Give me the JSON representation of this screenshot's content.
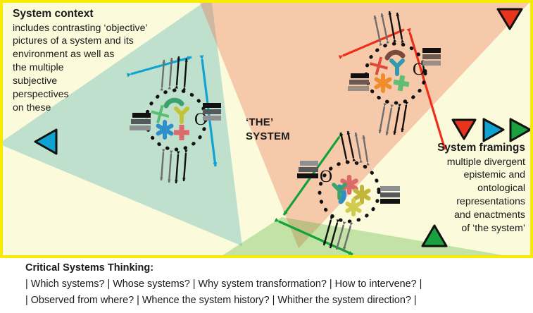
{
  "diagram": {
    "center_label": "‘THE’\nSYSTEM",
    "center_label_line1": "‘THE’",
    "center_label_line2": "SYSTEM",
    "context": {
      "heading": "System context",
      "body": "includes contrasting ‘objective’ pictures of a system and its environment as well as the multiple subjective perspectives on these",
      "body_lines": [
        "includes contrasting ‘objective’",
        "pictures of a system and its",
        "environment as well as",
        "the multiple",
        "subjective",
        "perspectives",
        "on these"
      ]
    },
    "framings": {
      "heading": "System framings",
      "body": "multiple divergent epistemic and ontological representations and enactments of ‘the system’",
      "body_lines": [
        "multiple divergent",
        "epistemic and",
        "ontological",
        "representations",
        "and enactments",
        "of ‘the system’"
      ],
      "legend_markers": [
        {
          "name": "red-down-triangle",
          "color": "#e8341c",
          "direction": "down"
        },
        {
          "name": "blue-right-triangle",
          "color": "#0fa3d4",
          "direction": "right"
        },
        {
          "name": "green-right-triangle",
          "color": "#15a03c",
          "direction": "right"
        }
      ]
    },
    "colors": {
      "border": "#f7ec00",
      "background": "#fbfbdc",
      "framing_teal": "#bcdeca",
      "framing_red": "#f8c0ae",
      "framing_green": "#bde0b2",
      "teal_accent": "#0fa3d4",
      "red_accent": "#ed2f1a",
      "green_accent": "#11a338",
      "overlap_teal_red": "#d3b288"
    },
    "corner_markers": [
      {
        "name": "blue-left-triangle",
        "color": "#0fa3d4"
      },
      {
        "name": "red-down-triangle",
        "color": "#e8341c"
      },
      {
        "name": "green-up-triangle",
        "color": "#1aa03f"
      }
    ],
    "system_nodes": [
      {
        "name": "teal-framing-system",
        "framing": "teal"
      },
      {
        "name": "red-framing-system",
        "framing": "red"
      },
      {
        "name": "green-framing-system",
        "framing": "green"
      }
    ]
  },
  "caption": {
    "title": "Critical Systems Thinking:",
    "line1": "|  Which systems?  |   Whose systems?  |  Why system transformation?  |  How to intervene?  |",
    "line2": "|  Observed from where?  |   Whence the system history?  |  Whither the system direction?  |",
    "questions": [
      "Which systems?",
      "Whose systems?",
      "Why system transformation?",
      "How to intervene?",
      "Observed from where?",
      "Whence the system history?",
      "Whither the system direction?"
    ]
  }
}
